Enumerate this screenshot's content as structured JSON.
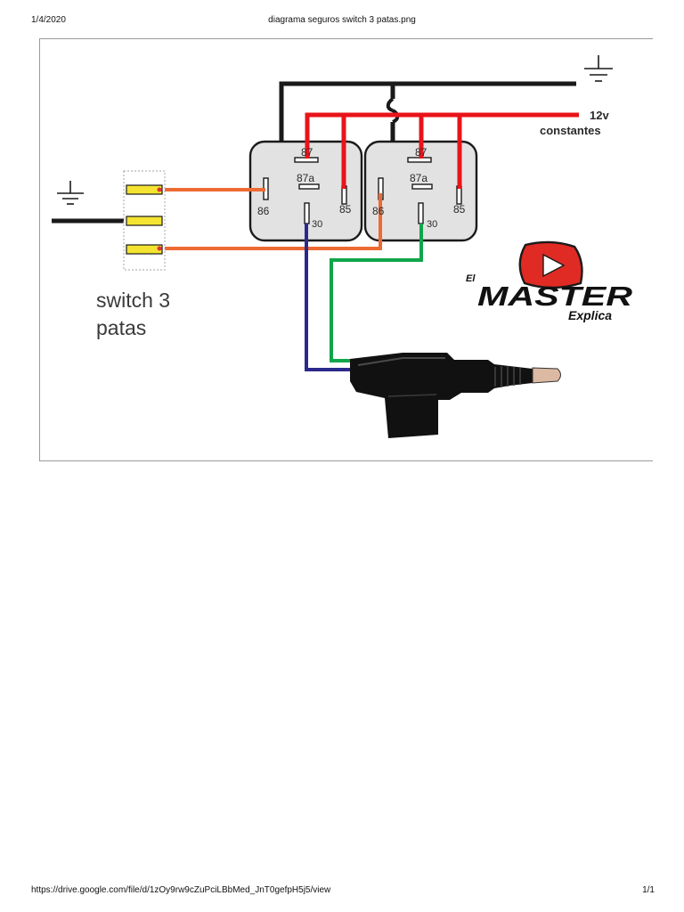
{
  "header": {
    "date": "1/4/2020",
    "title": "diagrama seguros switch 3 patas.png"
  },
  "footer": {
    "url": "https://drive.google.com/file/d/1zOy9rw9cZuPciLBbMed_JnT0gefpH5j5/view",
    "page": "1/1"
  },
  "diagram": {
    "supply_label_line1": "12v",
    "supply_label_line2": "constantes",
    "switch_label_line1": "switch 3",
    "switch_label_line2": "patas",
    "relay_left": {
      "pin87": "87",
      "pin87a": "87a",
      "pin86": "86",
      "pin85": "85",
      "pin30": "30"
    },
    "relay_right": {
      "pin87": "87",
      "pin87a": "87a",
      "pin86": "86",
      "pin85": "85",
      "pin30": "30"
    },
    "logo": {
      "word_el": "El",
      "word_master": "MASTER",
      "word_explica": "Explica"
    },
    "wire_colors": {
      "ground": "#1a1a1a",
      "positive": "#e8141a",
      "switch": "#ee6a33",
      "motor_a": "#2b2a8c",
      "motor_b": "#10a54a"
    },
    "relay_fill": "#e2e2e2",
    "switch_terminal_color": "#f4e431",
    "logo_red": "#e02a24"
  }
}
